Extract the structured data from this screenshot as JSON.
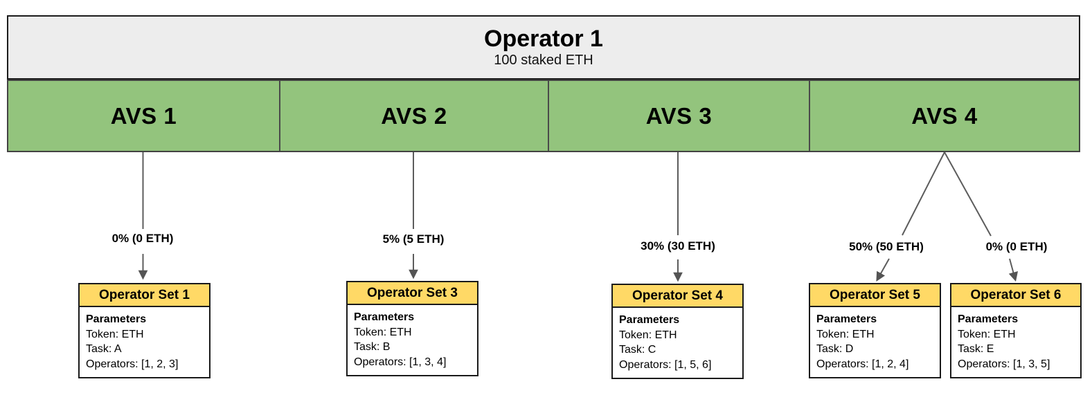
{
  "operator": {
    "name": "Operator 1",
    "stake": "100 staked ETH"
  },
  "avs_list": [
    {
      "label": "AVS 1"
    },
    {
      "label": "AVS 2"
    },
    {
      "label": "AVS 3"
    },
    {
      "label": "AVS 4"
    }
  ],
  "allocations": [
    {
      "from": "AVS 1",
      "to": "Operator Set 1",
      "label": "0% (0 ETH)"
    },
    {
      "from": "AVS 2",
      "to": "Operator Set 3",
      "label": "5% (5 ETH)"
    },
    {
      "from": "AVS 3",
      "to": "Operator Set 4",
      "label": "30% (30 ETH)"
    },
    {
      "from": "AVS 4",
      "to": "Operator Set 5",
      "label": "50% (50 ETH)"
    },
    {
      "from": "AVS 4",
      "to": "Operator Set 6",
      "label": "0% (0 ETH)"
    }
  ],
  "operator_sets": [
    {
      "title": "Operator Set 1",
      "params_heading": "Parameters",
      "token": "Token: ETH",
      "task": "Task: A",
      "operators": "Operators: [1, 2, 3]"
    },
    {
      "title": "Operator Set 3",
      "params_heading": "Parameters",
      "token": "Token: ETH",
      "task": "Task: B",
      "operators": "Operators: [1, 3, 4]"
    },
    {
      "title": "Operator Set 4",
      "params_heading": "Parameters",
      "token": "Token: ETH",
      "task": "Task: C",
      "operators": "Operators: [1, 5, 6]"
    },
    {
      "title": "Operator Set 5",
      "params_heading": "Parameters",
      "token": "Token: ETH",
      "task": "Task: D",
      "operators": "Operators: [1, 2, 4]"
    },
    {
      "title": "Operator Set 6",
      "params_heading": "Parameters",
      "token": "Token: ETH",
      "task": "Task: E",
      "operators": "Operators: [1, 3, 5]"
    }
  ],
  "colors": {
    "operator_fill": "#EDEDED",
    "avs_fill": "#93C47D",
    "opset_header_fill": "#FFD966",
    "box_border": "#1A1A1A",
    "arrow": "#5C5C5C",
    "text": "#000000"
  }
}
